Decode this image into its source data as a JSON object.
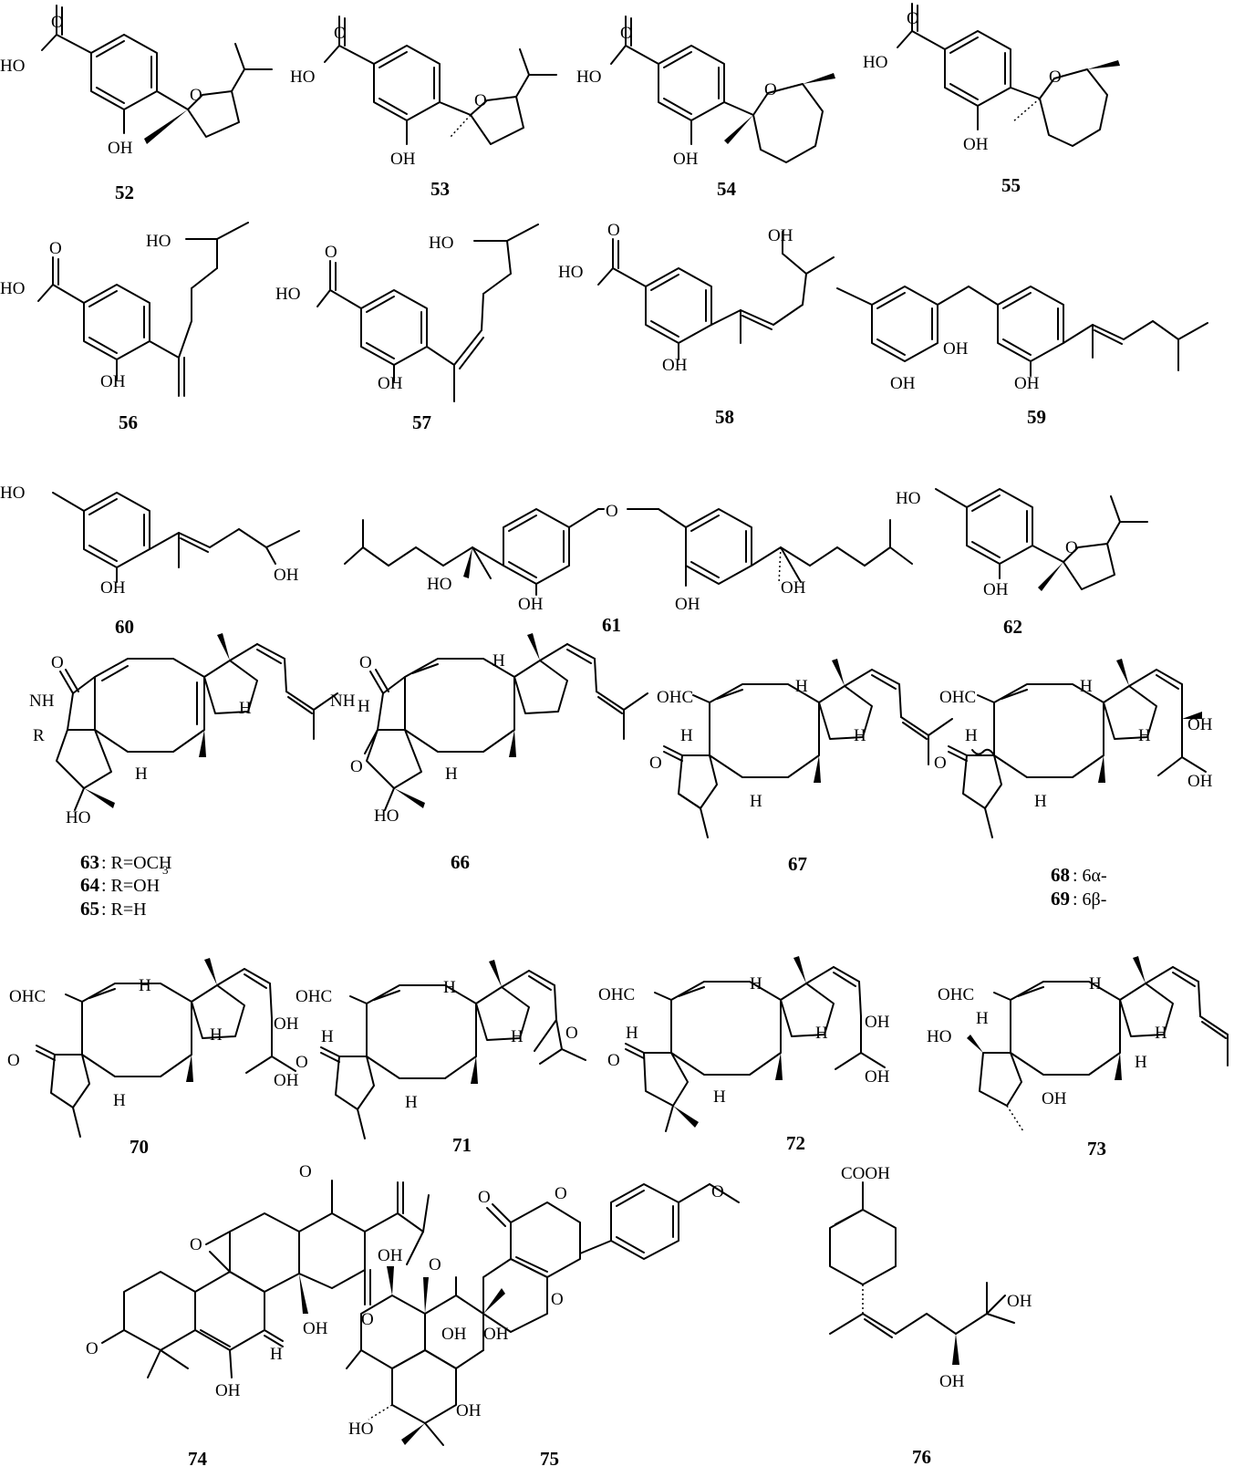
{
  "compounds": [
    {
      "id": "52",
      "labels": [
        "HO",
        "O",
        "O",
        "OH"
      ]
    },
    {
      "id": "53",
      "labels": [
        "HO",
        "O",
        "O",
        "OH"
      ]
    },
    {
      "id": "54",
      "labels": [
        "HO",
        "O",
        "O",
        "OH"
      ]
    },
    {
      "id": "55",
      "labels": [
        "HO",
        "O",
        "O",
        "OH"
      ]
    },
    {
      "id": "56",
      "labels": [
        "HO",
        "O",
        "HO",
        "OH"
      ]
    },
    {
      "id": "57",
      "labels": [
        "HO",
        "O",
        "HO",
        "OH"
      ]
    },
    {
      "id": "58",
      "labels": [
        "HO",
        "O",
        "OH",
        "OH"
      ]
    },
    {
      "id": "59",
      "labels": [
        "OH",
        "OH",
        "OH"
      ]
    },
    {
      "id": "60",
      "labels": [
        "HO",
        "OH",
        "OH"
      ]
    },
    {
      "id": "61",
      "labels": [
        "O",
        "HO",
        "OH",
        "OH",
        "OH"
      ]
    },
    {
      "id": "62",
      "labels": [
        "HO",
        "O",
        "OH"
      ]
    },
    {
      "id": "63",
      "labels": [
        "O",
        "NH",
        "R",
        "H",
        "H",
        "HO"
      ]
    },
    {
      "id": "66",
      "labels": [
        "O",
        "NH",
        "H",
        "O",
        "H",
        "H",
        "HO"
      ]
    },
    {
      "id": "67",
      "labels": [
        "OHC",
        "H",
        "O",
        "H",
        "H",
        "H"
      ]
    },
    {
      "id": "68",
      "labels": [
        "OHC",
        "H",
        "O",
        "H",
        "H",
        "H",
        "OH",
        "OH"
      ]
    },
    {
      "id": "70",
      "labels": [
        "OHC",
        "O",
        "H",
        "H",
        "H",
        "OH",
        "OH"
      ]
    },
    {
      "id": "71",
      "labels": [
        "OHC",
        "H",
        "O",
        "H",
        "H",
        "H",
        "O"
      ]
    },
    {
      "id": "72",
      "labels": [
        "OHC",
        "H",
        "O",
        "H",
        "H",
        "H",
        "OH",
        "OH"
      ]
    },
    {
      "id": "73",
      "labels": [
        "OHC",
        "HO",
        "H",
        "H",
        "H",
        "OH",
        "H"
      ]
    },
    {
      "id": "74",
      "labels": [
        "O",
        "O",
        "O",
        "O",
        "O",
        "H",
        "OH"
      ]
    },
    {
      "id": "75",
      "labels": [
        "O",
        "O",
        "O",
        "O",
        "OH",
        "OH",
        "HO",
        "OH",
        "OH"
      ]
    },
    {
      "id": "76",
      "labels": [
        "COOH",
        "OH",
        "OH"
      ]
    }
  ],
  "notes": {
    "r63": "63",
    "t63": ": R=OCH",
    "r64": "64",
    "t64": ": R=OH",
    "r65": "65",
    "t65": ": R=H",
    "r68": "68",
    "t68": ": 6α-",
    "r69": "69",
    "t69": ": 6β-"
  }
}
